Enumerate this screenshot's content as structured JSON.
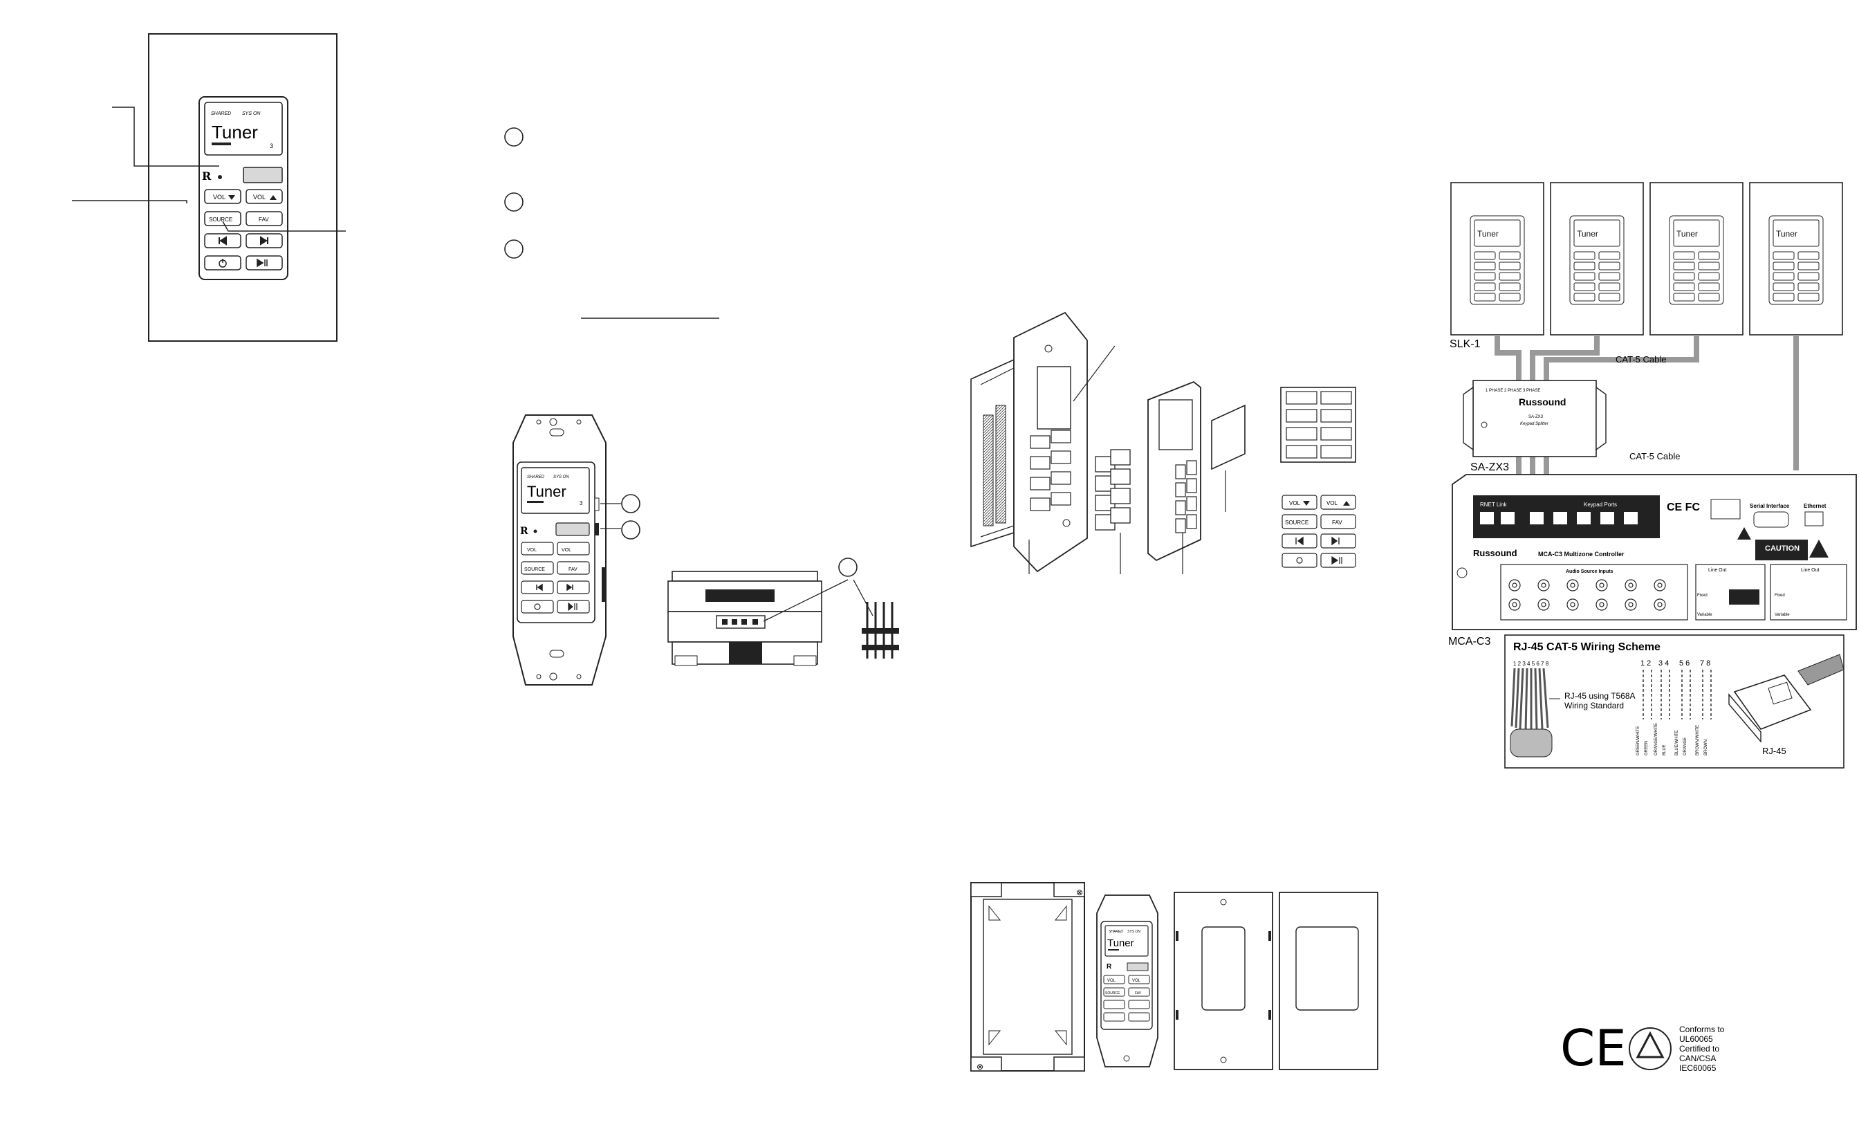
{
  "keypad": {
    "status_left": "SHARED",
    "status_right": "SYS ON",
    "screen_text": "Tuner",
    "screen_zone": "3",
    "btn_vol_down": "VOL",
    "btn_vol_up": "VOL",
    "btn_source": "SOURCE",
    "btn_fav": "FAV"
  },
  "exploded": {
    "btn_vol_down": "VOL",
    "btn_vol_up": "VOL",
    "btn_source": "SOURCE",
    "btn_fav": "FAV"
  },
  "system": {
    "slk_label": "SLK-1",
    "cable_label_1": "CAT-5 Cable",
    "cable_label_2": "CAT-5 Cable",
    "splitter_label": "SA-ZX3",
    "splitter_brand": "Russound",
    "splitter_sub": "SA-ZX3",
    "splitter_desc": "Keypad Splitter",
    "controller_label": "MCA-C3",
    "controller_brand": "Russound",
    "controller_model": "MCA-C3  Multizone Controller",
    "controller_rnet": "RNET Link",
    "controller_keypad_ports": "Keypad Ports",
    "controller_serial": "Serial Interface",
    "controller_ethernet": "Ethernet",
    "controller_audio_inputs": "Audio Source Inputs",
    "controller_line_out": "Line Out",
    "controller_caution": "CAUTION",
    "controller_fixed": "Fixed",
    "controller_variable": "Variable"
  },
  "wiring": {
    "title": "RJ-45 CAT-5 Wiring Scheme",
    "pin_numbers": "1 2 3 4 5 6 7 8",
    "standard_note_1": "RJ-45 using T568A",
    "standard_note_2": "Wiring Standard",
    "pair_1": "1 2",
    "pair_2": "3 4",
    "pair_3": "5 6",
    "pair_4": "7 8",
    "plug_label": "RJ-45",
    "colors": [
      "GREEN/WHITE",
      "GREEN",
      "ORANGE/WHITE",
      "BLUE",
      "BLUE/WHITE",
      "ORANGE",
      "BROWN/WHITE",
      "BROWN"
    ]
  },
  "cert": {
    "line1": "Conforms to",
    "line2": "UL60065",
    "line3": "Certified to",
    "line4": "CAN/CSA",
    "line5": "IEC60065"
  },
  "icons": [
    "russound-logo-icon",
    "volume-down-icon",
    "volume-up-icon",
    "previous-icon",
    "next-icon",
    "power-icon",
    "play-pause-icon",
    "ce-mark-icon",
    "tuv-mark-icon"
  ]
}
